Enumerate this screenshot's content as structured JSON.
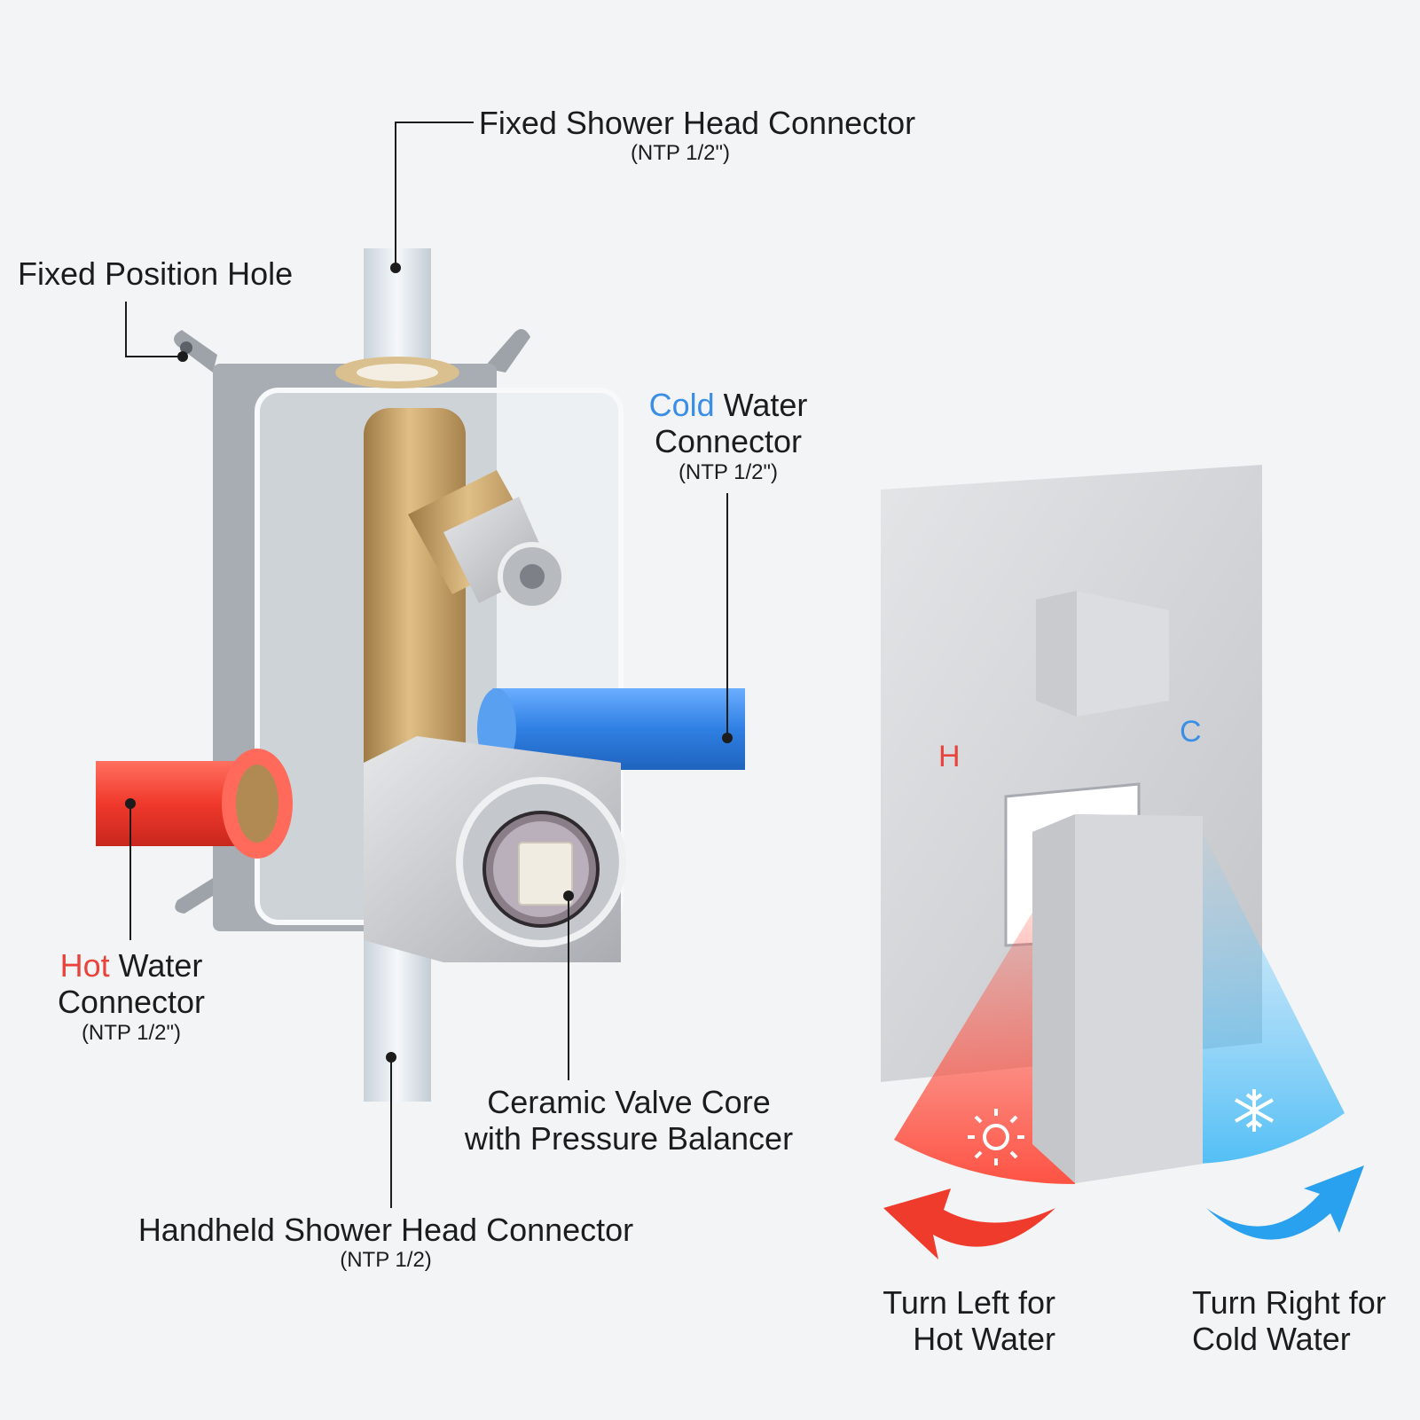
{
  "labels": {
    "fixed_head": {
      "title": "Fixed Shower Head Connector",
      "spec": "(NTP 1/2\")"
    },
    "fixed_hole": {
      "title": "Fixed Position Hole"
    },
    "cold_connector": {
      "accent": "Cold",
      "rest": " Water",
      "line2": "Connector",
      "spec": "(NTP 1/2\")"
    },
    "hot_connector": {
      "accent": "Hot",
      "rest": " Water",
      "line2": "Connector",
      "spec": "(NTP 1/2\")"
    },
    "valve_core": {
      "line1": "Ceramic Valve Core",
      "line2": "with Pressure Balancer"
    },
    "handheld_head": {
      "title": "Handheld Shower Head Connector",
      "spec": "(NTP 1/2)"
    },
    "turn_left": {
      "line1": "Turn Left for",
      "line2": "Hot Water"
    },
    "turn_right": {
      "line1": "Turn Right for",
      "line2": "Cold Water"
    },
    "plate_h": "H",
    "plate_c": "C"
  },
  "icons": [
    "sun-icon",
    "snowflake-icon",
    "arrow-left-icon",
    "arrow-right-icon"
  ],
  "colors": {
    "hot": "#e8443c",
    "cold": "#3a8ee6",
    "background": "#f3f4f6",
    "brass": "#c8a060",
    "chrome": "#c9cbce"
  }
}
